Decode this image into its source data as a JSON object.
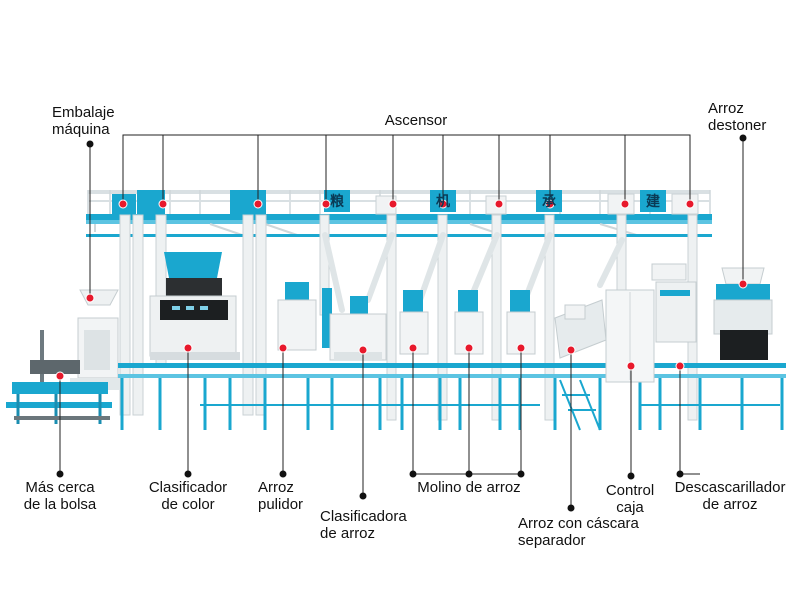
{
  "labels": {
    "packing": [
      "Embalaje",
      "máquina"
    ],
    "elevator": "Ascensor",
    "destoner": [
      "Arroz",
      "destoner"
    ],
    "bag_closer": [
      "Más cerca",
      "de la bolsa"
    ],
    "color_sorter": [
      "Clasificador",
      "de color"
    ],
    "polisher": [
      "Arroz",
      "pulidor"
    ],
    "grader": [
      "Clasificadora",
      "de arroz"
    ],
    "whitener": "Molino de arroz",
    "paddy_separator": [
      "Arroz con cáscara",
      "separador"
    ],
    "control_box": [
      "Control",
      "caja"
    ],
    "husker": [
      "Descascarillador",
      "de arroz"
    ]
  },
  "banner_chars": [
    "粮",
    "机",
    "承",
    "建"
  ],
  "colors": {
    "steel_blue": "#1aa7cf",
    "frame_white": "#e9eef0",
    "marker_red": "#e8192c",
    "callout_line": "#222222"
  }
}
